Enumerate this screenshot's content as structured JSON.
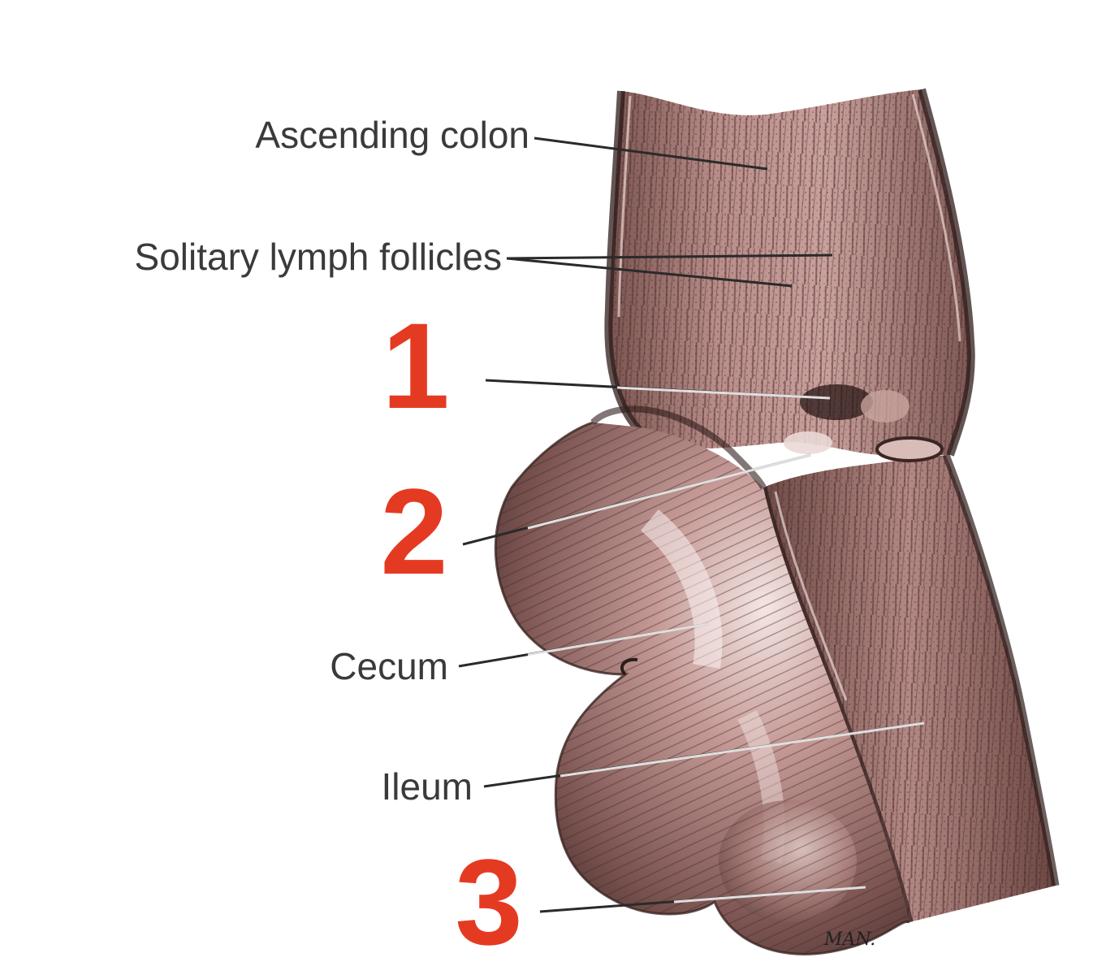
{
  "labels": {
    "ascending_colon": "Ascending colon",
    "solitary_lymph_follicles": "Solitary lymph follicles",
    "cecum": "Cecum",
    "ileum": "Ileum"
  },
  "numbers": {
    "n1": "1",
    "n2": "2",
    "n3": "3"
  },
  "signature": "MAN.",
  "colors": {
    "number_red": "#e53a22",
    "label_gray": "#3a3a3a",
    "tissue_pink": "#b88a86",
    "tissue_dark": "#5a3a36"
  }
}
